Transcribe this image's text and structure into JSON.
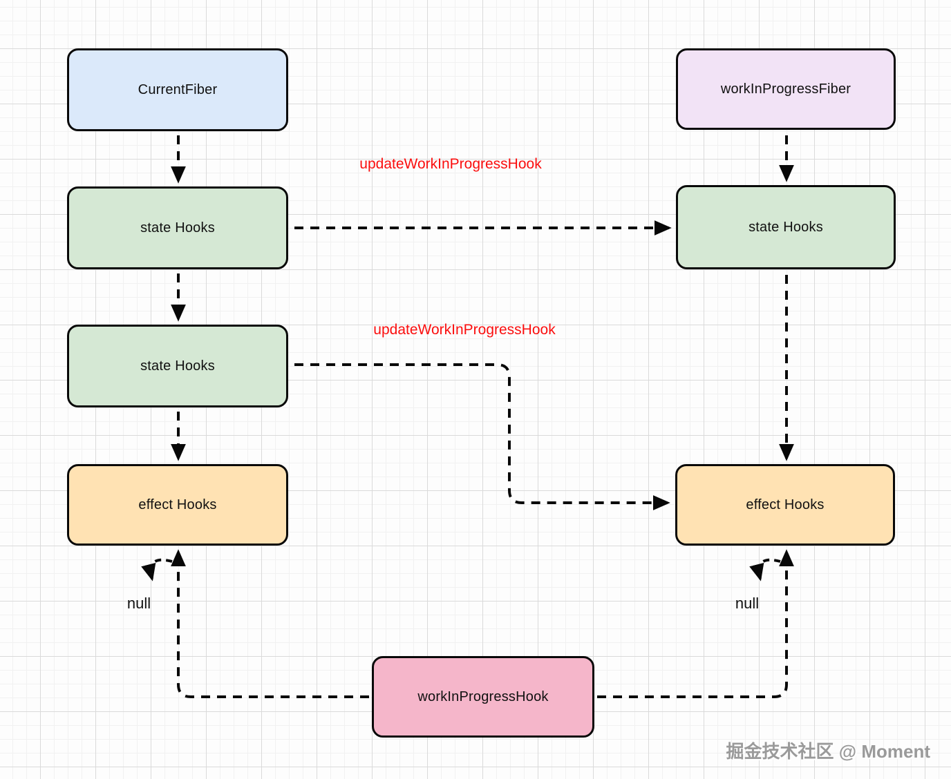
{
  "diagram": {
    "title": "React Fiber hooks linked-list diagram",
    "nodes": {
      "current_fiber": {
        "label": "CurrentFiber",
        "fill": "#dbe9fa"
      },
      "wip_fiber": {
        "label": "workInProgressFiber",
        "fill": "#f2e3f6"
      },
      "state_hooks_left_1": {
        "label": "state Hooks",
        "fill": "#d5e8d4"
      },
      "state_hooks_left_2": {
        "label": "state Hooks",
        "fill": "#d5e8d4"
      },
      "state_hooks_right": {
        "label": "state Hooks",
        "fill": "#d5e8d4"
      },
      "effect_hooks_left": {
        "label": "effect Hooks",
        "fill": "#ffe2b3"
      },
      "effect_hooks_right": {
        "label": "effect Hooks",
        "fill": "#ffe2b3"
      },
      "wip_hook": {
        "label": "workInProgressHook",
        "fill": "#f5b6ca"
      }
    },
    "edge_labels": {
      "update_hook_top": "updateWorkInProgressHook",
      "update_hook_middle": "updateWorkInProgressHook"
    },
    "null_labels": {
      "left": "null",
      "right": "null"
    },
    "colors": {
      "edge_label_red": "#fb0e0e",
      "stroke_black": "#080808",
      "grid_minor": "#f1f1f1",
      "grid_major": "#dadada"
    },
    "watermark": "掘金技术社区 @ Moment"
  }
}
